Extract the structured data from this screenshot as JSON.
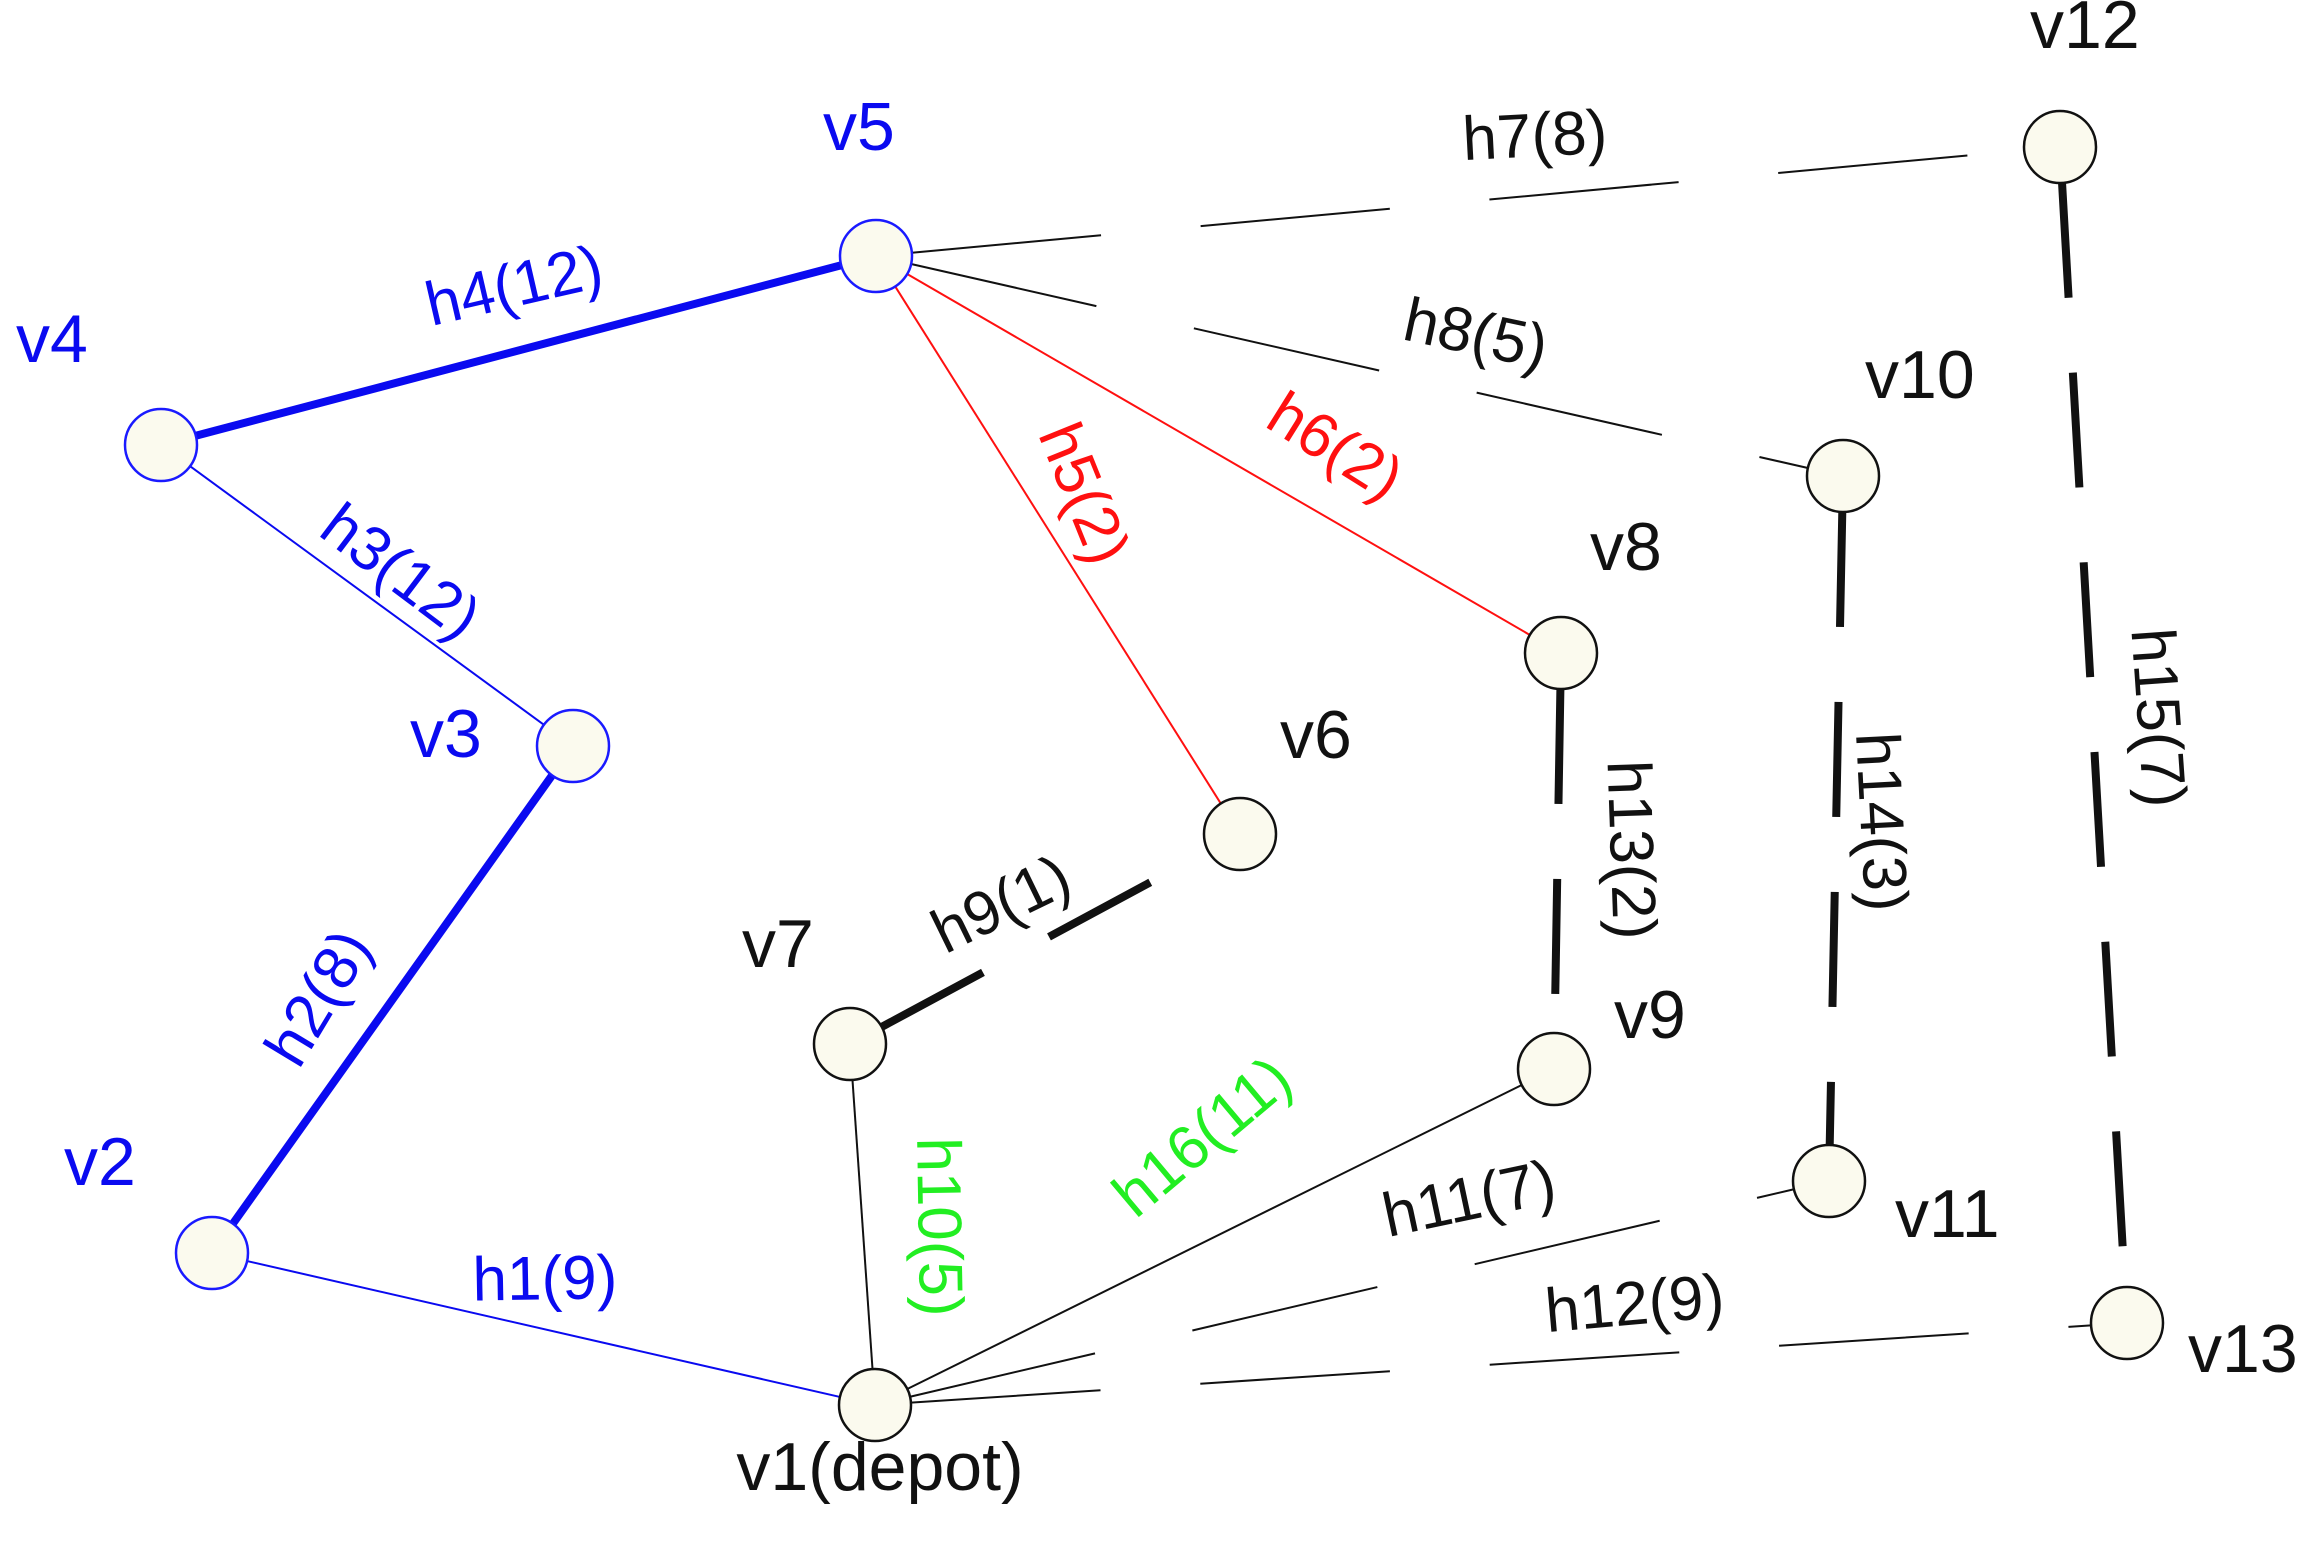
{
  "colors": {
    "blue": "#0a0af0",
    "red": "#ff1010",
    "green": "#22ee22",
    "black": "#111111",
    "node_fill": "#fbfaee",
    "node_stroke_black": "#111111",
    "node_stroke_blue": "#1a1aff"
  },
  "nodes": [
    {
      "id": "v1",
      "label": "v1(depot)",
      "color": "black"
    },
    {
      "id": "v2",
      "label": "v2",
      "color": "blue"
    },
    {
      "id": "v3",
      "label": "v3",
      "color": "blue"
    },
    {
      "id": "v4",
      "label": "v4",
      "color": "blue"
    },
    {
      "id": "v5",
      "label": "v5",
      "color": "blue"
    },
    {
      "id": "v6",
      "label": "v6",
      "color": "black"
    },
    {
      "id": "v7",
      "label": "v7",
      "color": "black"
    },
    {
      "id": "v8",
      "label": "v8",
      "color": "black"
    },
    {
      "id": "v9",
      "label": "v9",
      "color": "black"
    },
    {
      "id": "v10",
      "label": "v10",
      "color": "black"
    },
    {
      "id": "v11",
      "label": "v11",
      "color": "black"
    },
    {
      "id": "v12",
      "label": "v12",
      "color": "black"
    },
    {
      "id": "v13",
      "label": "v13",
      "color": "black"
    }
  ],
  "edges": [
    {
      "id": "h1",
      "label": "h1(9)",
      "from": "v2",
      "to": "v1",
      "color": "blue",
      "style": "thin",
      "dashed": false
    },
    {
      "id": "h2",
      "label": "h2(8)",
      "from": "v2",
      "to": "v3",
      "color": "blue",
      "style": "thick",
      "dashed": false
    },
    {
      "id": "h3",
      "label": "h3(12)",
      "from": "v4",
      "to": "v3",
      "color": "blue",
      "style": "thin",
      "dashed": false
    },
    {
      "id": "h4",
      "label": "h4(12)",
      "from": "v4",
      "to": "v5",
      "color": "blue",
      "style": "thick",
      "dashed": false
    },
    {
      "id": "h5",
      "label": "h5(2)",
      "from": "v5",
      "to": "v6",
      "color": "red",
      "style": "thin",
      "dashed": false
    },
    {
      "id": "h6",
      "label": "h6(2)",
      "from": "v5",
      "to": "v8",
      "color": "red",
      "style": "thin",
      "dashed": false
    },
    {
      "id": "h7",
      "label": "h7(8)",
      "from": "v5",
      "to": "v12",
      "color": "black",
      "style": "thin",
      "dashed": true
    },
    {
      "id": "h8",
      "label": "h8(5)",
      "from": "v5",
      "to": "v10",
      "color": "black",
      "style": "thin",
      "dashed": true
    },
    {
      "id": "h9",
      "label": "h9(1)",
      "from": "v7",
      "to": "v6",
      "color": "black",
      "style": "thick",
      "dashed": true
    },
    {
      "id": "h10",
      "label": "h10(5)",
      "from": "v7",
      "to": "v1",
      "color": "black",
      "style": "thin",
      "dashed": false,
      "label_color": "green"
    },
    {
      "id": "h11",
      "label": "h11(7)",
      "from": "v1",
      "to": "v11",
      "color": "black",
      "style": "thin",
      "dashed": true
    },
    {
      "id": "h12",
      "label": "h12(9)",
      "from": "v1",
      "to": "v13",
      "color": "black",
      "style": "thin",
      "dashed": true
    },
    {
      "id": "h13",
      "label": "h13(2)",
      "from": "v8",
      "to": "v9",
      "color": "black",
      "style": "thick",
      "dashed": true
    },
    {
      "id": "h14",
      "label": "h14(3)",
      "from": "v10",
      "to": "v11",
      "color": "black",
      "style": "thick",
      "dashed": true
    },
    {
      "id": "h15",
      "label": "h15(7)",
      "from": "v12",
      "to": "v13",
      "color": "black",
      "style": "thick",
      "dashed": true
    },
    {
      "id": "h16",
      "label": "h16(11)",
      "from": "v1",
      "to": "v9",
      "color": "black",
      "style": "thin",
      "dashed": false,
      "label_color": "green"
    }
  ]
}
